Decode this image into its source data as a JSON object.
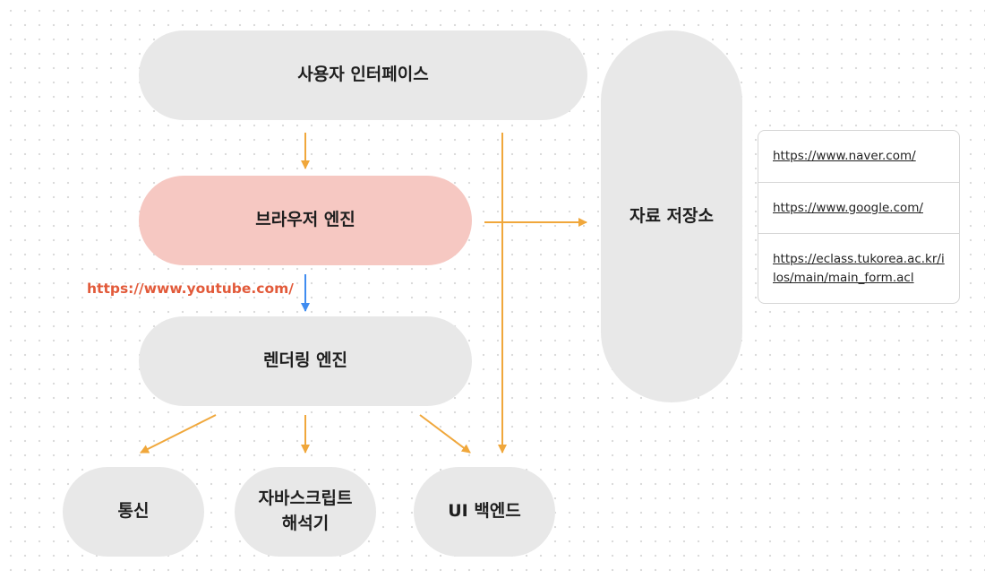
{
  "nodes": {
    "user_interface": "사용자 인터페이스",
    "browser_engine": "브라우저 엔진",
    "rendering_engine": "렌더링 엔진",
    "data_storage": "자료 저장소",
    "networking": "통신",
    "js_interpreter_line1": "자바스크립트",
    "js_interpreter_line2": "해석기",
    "ui_backend": "UI 백엔드"
  },
  "request_url": "https://www.youtube.com/",
  "stored_urls": [
    "https://www.naver.com/",
    "https://www.google.com/",
    "https://eclass.tukorea.ac.kr/ilos/main/main_form.acl"
  ],
  "colors": {
    "node_fill": "#e8e8e8",
    "highlight_fill": "#f6c8c2",
    "arrow_orange": "#f0a73b",
    "arrow_blue": "#3f8cf0",
    "url_red": "#e25a3a"
  }
}
